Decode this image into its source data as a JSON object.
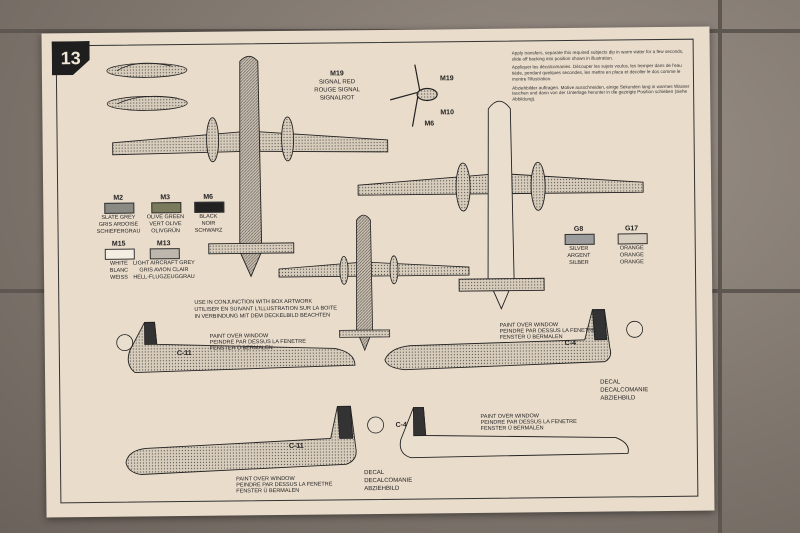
{
  "page": {
    "sheet_number": "13",
    "instructions": [
      "Apply transfers, separate this required subjects dip in warm water for a few seconds, slide off backing into position shown in illustration.",
      "Appliquer les décalcomanies. Découper les sujets voulus, les tremper dans de l'eau tiède, pendant quelques secondes, les mettre en place et décoller le dos comme le montre l'illustration.",
      "Abziehbilder auftragen. Motive ausschneiden, einige Sekunden lang in warmes Wasser tauchen und dann von der Unterlage herunter in die gezeigte Position schieben (siehe Abbildung)."
    ],
    "box_note": [
      "USE IN CONJUNCTION WITH BOX ARTWORK",
      "UTILISER EN SUIVANT L'ILLUSTRATION SUR LA BOITE",
      "IN VERBINDUNG MIT DEM DECKELBILD BEACHTEN"
    ]
  },
  "paint_keys": [
    {
      "code": "M2",
      "lines": [
        "SLATE GREY",
        "GRIS ARDOISE",
        "SCHIEFERGRAU"
      ],
      "color": "#8a8a84"
    },
    {
      "code": "M3",
      "lines": [
        "OLIVE GREEN",
        "VERT OLIVE",
        "OLIVGRÜN"
      ],
      "color": "#7a7a5c"
    },
    {
      "code": "M6",
      "lines": [
        "BLACK",
        "NOIR",
        "SCHWARZ"
      ],
      "color": "#222222"
    },
    {
      "code": "M15",
      "lines": [
        "WHITE",
        "BLANC",
        "WEISS"
      ],
      "color": "#f3ede2"
    },
    {
      "code": "M13",
      "lines": [
        "LIGHT AIRCRAFT GREY",
        "GRIS AVION CLAIR",
        "HELL-FLUGZEUGGRAU"
      ],
      "color": "#bdb7ad"
    },
    {
      "code": "G8",
      "lines": [
        "SILVER",
        "ARGENT",
        "SILBER"
      ],
      "color": "#9c9c9c"
    },
    {
      "code": "G17",
      "lines": [
        "ORANGE",
        "ORANGE",
        "ORANGE"
      ],
      "color": "#d8cfc0"
    }
  ],
  "callouts": {
    "m19_signal_red": [
      "M19",
      "SIGNAL RED",
      "ROUGE SIGNAL",
      "SIGNALROT"
    ],
    "prop_labels": [
      "M19",
      "M10",
      "M6"
    ],
    "paint_over_window": [
      "PAINT OVER WINDOW",
      "PEINDRE PAR DESSUS LA FENETRE",
      "FENSTER Ü BERMALEN"
    ],
    "decal": [
      "DECAL",
      "DECALCOMANIE",
      "ABZIEHBILD"
    ],
    "reg_c11": "C-11",
    "reg_c4": "C-4"
  }
}
